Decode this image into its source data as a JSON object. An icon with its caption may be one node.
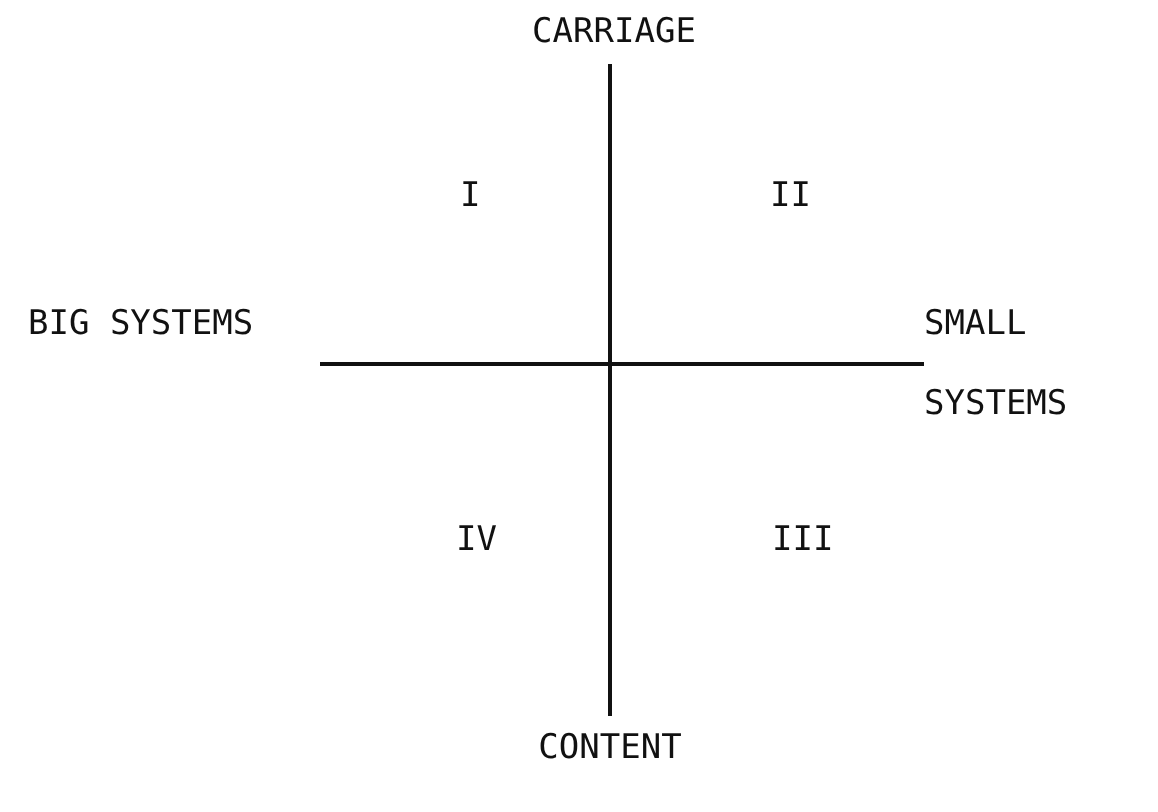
{
  "diagram": {
    "nodes": [
      {
        "text": [
          "CARRIAGE"
        ]
      },
      {
        "text": [
          "BIG SYSTEMS"
        ]
      },
      {
        "text": [
          "SMALL SYSTEMS"
        ]
      },
      {
        "text": [
          "CONTENT"
        ]
      }
    ],
    "edges": [
      {
        "from": 0,
        "to": 3,
        "arrow": "none"
      },
      {
        "from": 1,
        "to": 2,
        "arrow": "none"
      }
    ],
    "labels": [
      "I",
      "II",
      "IV",
      "III"
    ]
  }
}
